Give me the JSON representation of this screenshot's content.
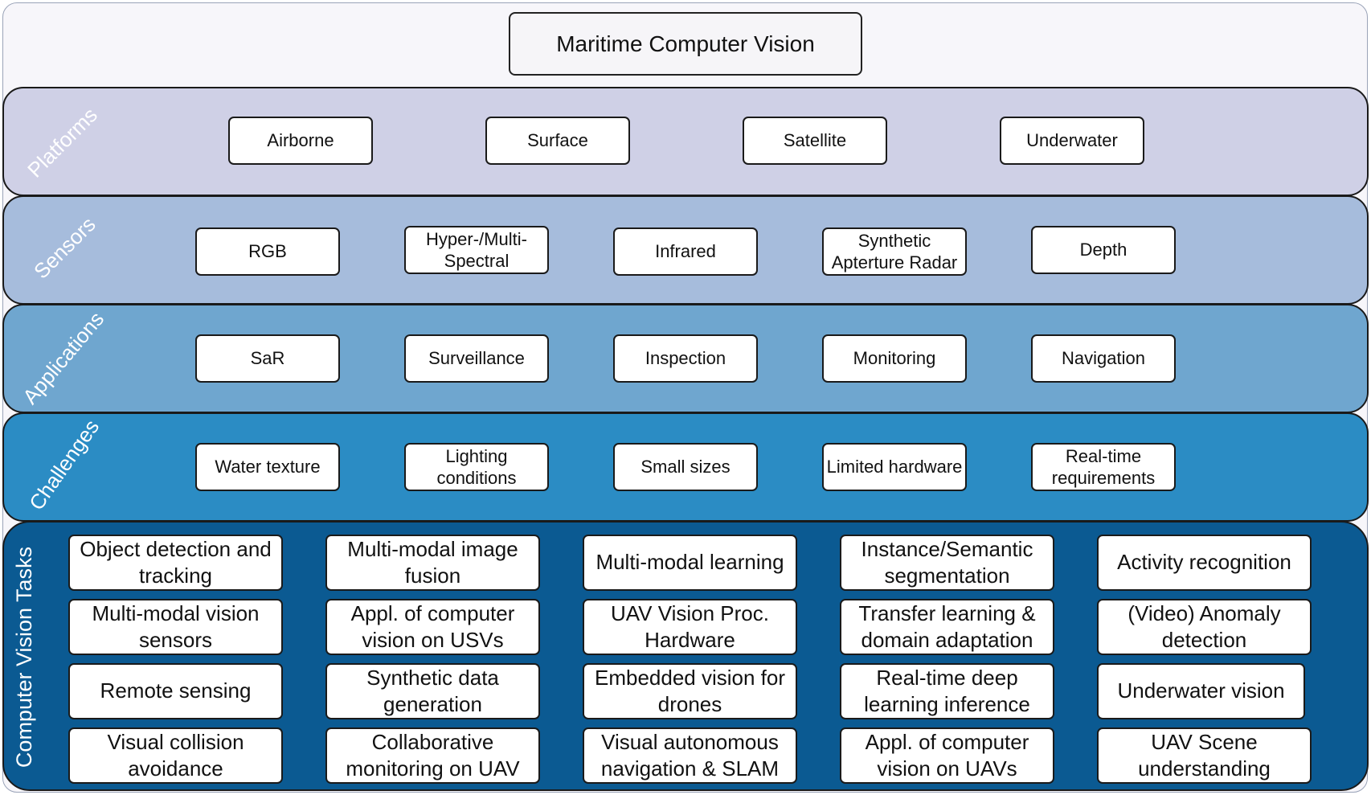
{
  "title": "Maritime Computer Vision",
  "bands": [
    {
      "label": "Platforms",
      "color": "#cfd0e6",
      "items": [
        "Airborne",
        "Surface",
        "Satellite",
        "Underwater"
      ]
    },
    {
      "label": "Sensors",
      "color": "#a6bcdc",
      "items": [
        "RGB",
        "Hyper-/Multi-Spectral",
        "Infrared",
        "Synthetic Apterture Radar",
        "Depth"
      ]
    },
    {
      "label": "Applications",
      "color": "#6fa6cf",
      "items": [
        "SaR",
        "Surveillance",
        "Inspection",
        "Monitoring",
        "Navigation"
      ]
    },
    {
      "label": "Challenges",
      "color": "#2b8cc4",
      "items": [
        "Water texture",
        "Lighting conditions",
        "Small sizes",
        "Limited hardware",
        "Real-time requirements"
      ]
    }
  ],
  "tasks": {
    "label": "Computer Vision Tasks",
    "color": "#0b5a92",
    "rows": [
      [
        "Object detection and tracking",
        "Multi-modal image fusion",
        "Multi-modal learning",
        "Instance/Semantic segmentation",
        "Activity recognition"
      ],
      [
        "Multi-modal vision sensors",
        "Appl. of computer vision on USVs",
        "UAV Vision Proc. Hardware",
        "Transfer learning & domain adaptation",
        "(Video) Anomaly detection"
      ],
      [
        "Remote sensing",
        "Synthetic data generation",
        "Embedded vision for drones",
        "Real-time deep learning inference",
        "Underwater vision"
      ],
      [
        "Visual collision avoidance",
        "Collaborative monitoring on UAV",
        "Visual autonomous navigation & SLAM",
        "Appl. of computer vision on UAVs",
        "UAV Scene understanding"
      ]
    ]
  }
}
